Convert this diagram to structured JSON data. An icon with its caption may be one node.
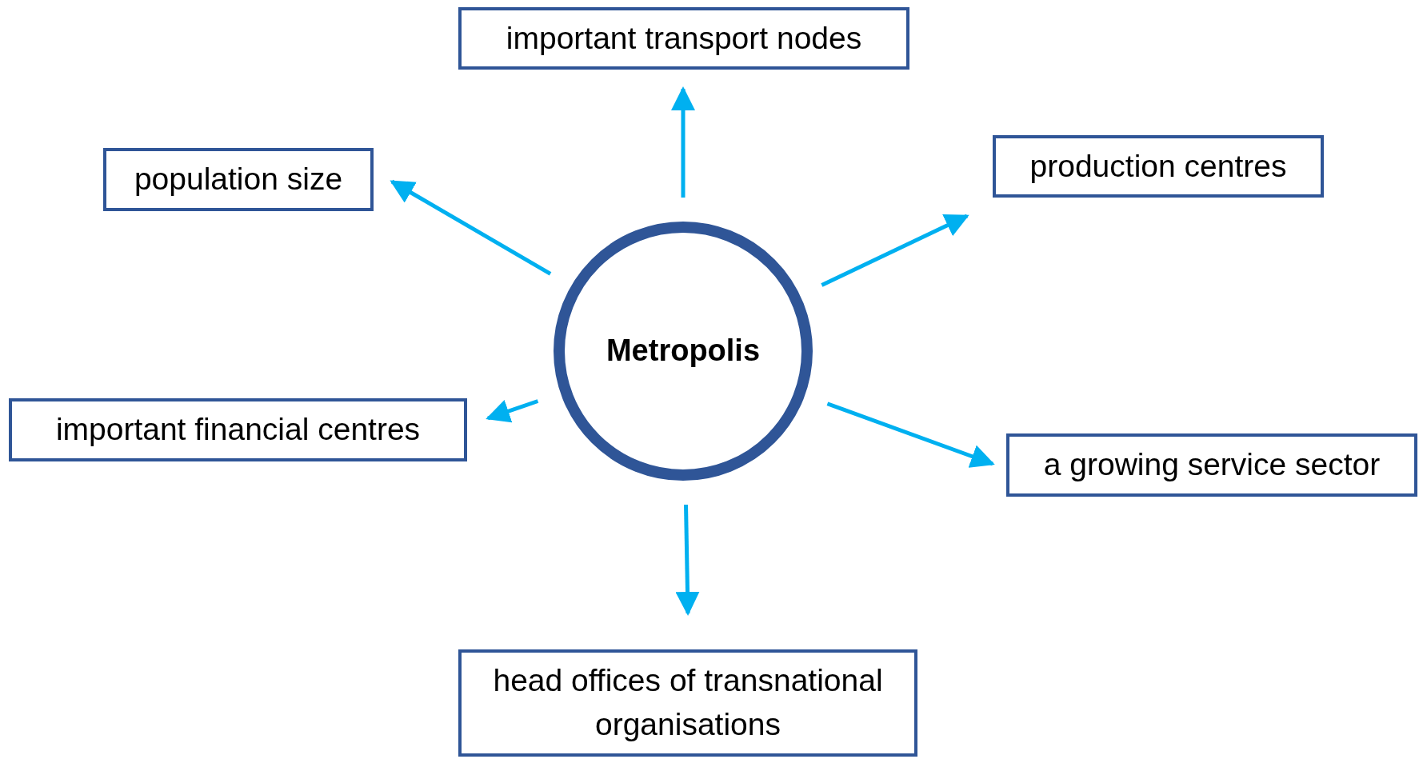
{
  "diagram": {
    "nodes": [
      {
        "text": [
          "Metropolis"
        ]
      },
      {
        "text": [
          "important transport nodes"
        ]
      },
      {
        "text": [
          "population size"
        ]
      },
      {
        "text": [
          "production centres"
        ]
      },
      {
        "text": [
          "important financial centres"
        ]
      },
      {
        "text": [
          "a growing service sector"
        ]
      },
      {
        "text": [
          "head offices of transnational organisations"
        ]
      }
    ],
    "edges": [
      {
        "from": 0,
        "to": 1,
        "arrow": "to"
      },
      {
        "from": 0,
        "to": 2,
        "arrow": "to"
      },
      {
        "from": 0,
        "to": 3,
        "arrow": "to"
      },
      {
        "from": 0,
        "to": 4,
        "arrow": "to"
      },
      {
        "from": 0,
        "to": 5,
        "arrow": "to"
      },
      {
        "from": 0,
        "to": 6,
        "arrow": "to"
      }
    ]
  }
}
